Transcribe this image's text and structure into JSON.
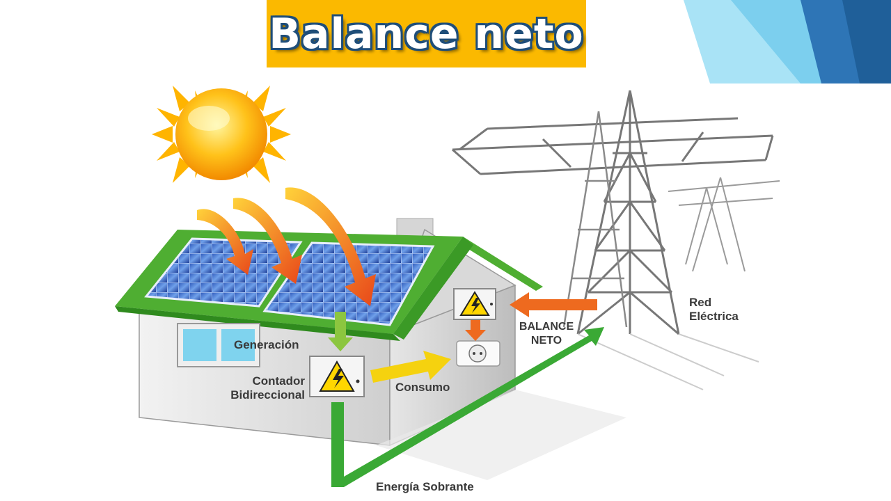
{
  "slide": {
    "title": "Balance neto"
  },
  "diagram": {
    "labels": {
      "generacion": "Generación",
      "contador_line1": "Contador",
      "contador_line2": "Bidireccional",
      "consumo": "Consumo",
      "balance_line1": "BALANCE",
      "balance_line2": "NETO",
      "red_line1": "Red",
      "red_line2": "Eléctrica",
      "energia_sobrante": "Energía Sobrante"
    },
    "icons": [
      "sun-icon",
      "solar-panel-icon",
      "house-icon",
      "electricity-meter-icon",
      "power-outlet-icon",
      "transmission-tower-icon"
    ],
    "colors": {
      "title_bg": "#fbb900",
      "title_outline": "#1f4e79",
      "roof": "#4fae32",
      "arrow_green": "#3aa935",
      "arrow_orange": "#ee6a1f",
      "arrow_yellow": "#f5d20f",
      "accent_light_blue": "#7ccfee",
      "accent_dark_blue": "#2e75b6"
    }
  }
}
